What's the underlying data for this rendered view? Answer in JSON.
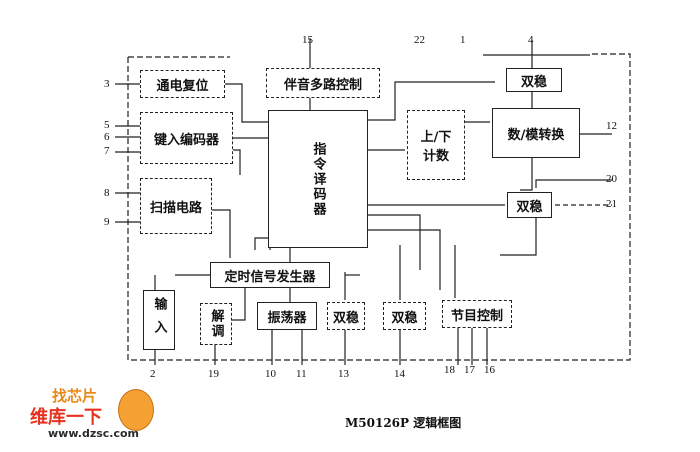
{
  "blocks": {
    "power_reset": "通电复位",
    "audio_mux": "伴音多路控制",
    "key_encoder": "键入编码器",
    "scan_circuit": "扫描电路",
    "instruction_decoder": "指令译码器",
    "updown_counter": "上/下计数",
    "bistable_top": "双稳",
    "dac": "数/模转换",
    "bistable_right": "双稳",
    "timing_gen": "定时信号发生器",
    "input": "输入",
    "demod": "解调",
    "oscillator": "振荡器",
    "bistable_bottom1": "双稳",
    "bistable_bottom2": "双稳",
    "program_control": "节目控制"
  },
  "pins": {
    "p3": "3",
    "p5": "5",
    "p6": "6",
    "p7": "7",
    "p8": "8",
    "p9": "9",
    "p15": "15",
    "p22": "22",
    "p1": "1",
    "p4": "4",
    "p12": "12",
    "p20": "20",
    "p21": "21",
    "p2": "2",
    "p19": "19",
    "p10": "10",
    "p11": "11",
    "p13": "13",
    "p14": "14",
    "p18": "18",
    "p17": "17",
    "p16": "16"
  },
  "caption": "M50126P 逻辑框图",
  "watermark": {
    "top": "找芯片",
    "middle": "维库一下",
    "url": "www.dzsc.com"
  }
}
